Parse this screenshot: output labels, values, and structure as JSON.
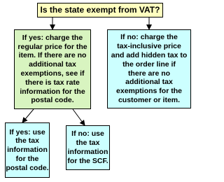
{
  "diagram": {
    "colors": {
      "question_fill": "#ffffc0",
      "yes_fill": "#d8f4c0",
      "no_fill": "#ccffff",
      "line": "#000000"
    },
    "question": {
      "text": "Is the state exempt from VAT?"
    },
    "yes_branch": {
      "text": "If yes: charge the\nregular price for the\nitem. If there are no\nadditional tax\nexemptions, see if\nthere is tax rate\ninformation for the\npostal code."
    },
    "no_branch": {
      "text": "If no: charge the\ntax-inclusive price\nand add hidden tax to\nthe order line if\nthere are no\nadditional tax\nexemptions for the\ncustomer or item."
    },
    "yes_yes_branch": {
      "text": "If yes: use\nthe tax\ninformation\nfor the\npostal code."
    },
    "yes_no_branch": {
      "text": "If no: use\nthe tax\ninformation\nfor the SCF."
    }
  }
}
